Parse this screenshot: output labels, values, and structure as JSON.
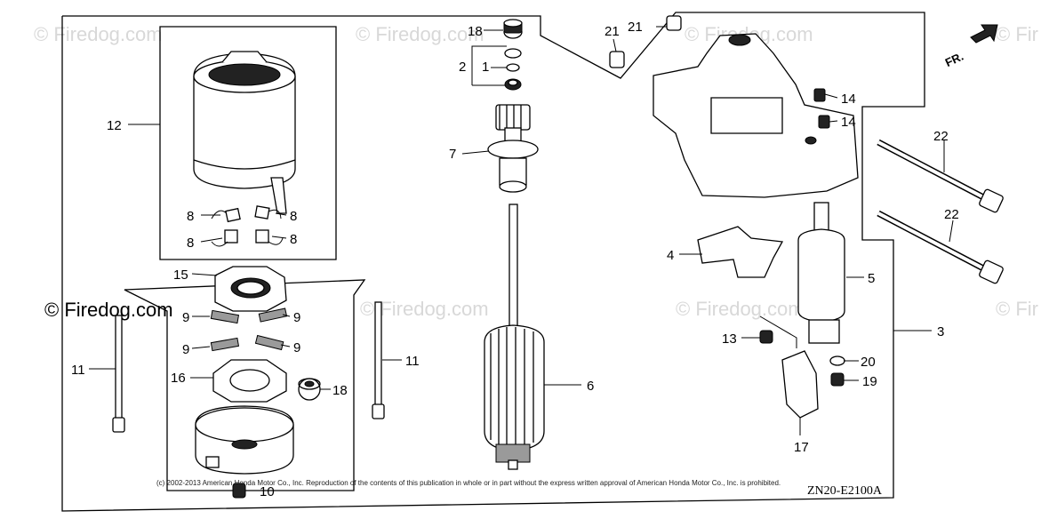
{
  "watermarks": [
    "© Firedog.com",
    "© Firedog.com",
    "© Firedog.com",
    "© Fir",
    "© Firedog.com",
    "© Firedog.com",
    "© Firedog.com",
    "© Fir"
  ],
  "direction_label": "FR.",
  "copyright": "(c) 2002-2013 American Honda Motor Co., Inc. Reproduction of the contents of this publication in whole or in part without the express written approval of American Honda Motor Co., Inc. is prohibited.",
  "diagram_code": "ZN20-E2100A",
  "callouts": [
    "18",
    "2",
    "1",
    "21",
    "21",
    "12",
    "7",
    "14",
    "14",
    "22",
    "8",
    "8",
    "8",
    "8",
    "22",
    "4",
    "5",
    "15",
    "9",
    "9",
    "9",
    "9",
    "13",
    "3",
    "11",
    "11",
    "20",
    "16",
    "18",
    "6",
    "19",
    "17",
    "10"
  ]
}
